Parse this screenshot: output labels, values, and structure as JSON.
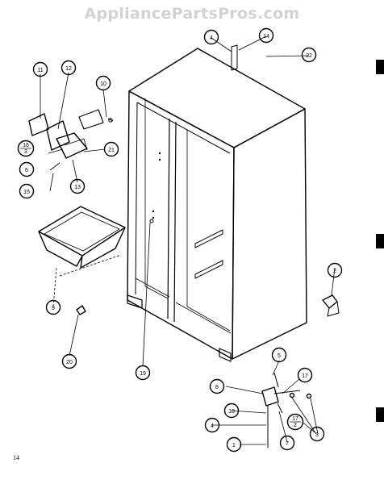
{
  "watermark": "AppliancePartsPros.com",
  "page_number": "14",
  "callouts": {
    "c1": "1",
    "c2": "2",
    "c3": "3",
    "c4a": "4",
    "c4b": "4",
    "c5": "5",
    "c6": "6",
    "c7": "7",
    "c8": "8",
    "c9": "9",
    "c10": "10",
    "c11": "11",
    "c12": "12",
    "c13": "13",
    "c14": "14",
    "c15": "15",
    "c16": "16",
    "c16sub": "3",
    "c17": "17",
    "c17b": "17",
    "c17bsub": "2",
    "c18": "18",
    "c19": "19",
    "c20": "20",
    "c21": "21",
    "c22": "22"
  }
}
